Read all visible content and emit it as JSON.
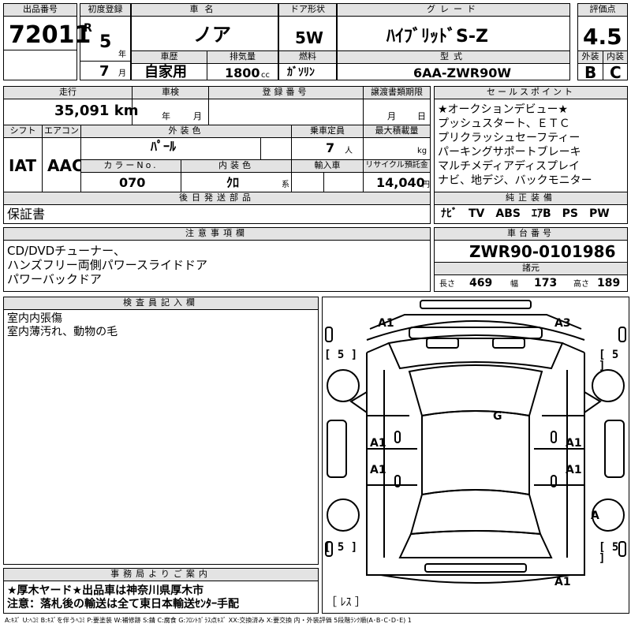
{
  "header": {
    "lot_label": "出品番号",
    "lot": "72011",
    "first_reg_label": "初度登録",
    "era": "R",
    "year": "5",
    "year_unit": "年",
    "month": "7",
    "month_unit": "月",
    "name_label": "車名",
    "car_name": "ノア",
    "history_label": "車歴",
    "history": "自家用",
    "disp_label": "排気量",
    "displacement": "1800",
    "disp_unit": "cc",
    "door_label": "ドア形状",
    "door": "5W",
    "fuel_label": "燃料",
    "fuel": "ｶﾞｿﾘﾝ",
    "grade_label": "グレード",
    "grade": "ﾊｲﾌﾞﾘｯﾄﾞS-Z",
    "model_label": "型式",
    "model": "6AA-ZWR90W",
    "score_label": "評価点",
    "score": "4.5",
    "ext_label": "外装",
    "ext": "B",
    "int_label": "内装",
    "int": "C"
  },
  "specs": {
    "mileage_label": "走行",
    "mileage": "35,091 km",
    "inspection_label": "車検",
    "insp_year": "年",
    "insp_month": "月",
    "reg_label": "登録番号",
    "transfer_label": "譲渡書類期限",
    "tr_month": "月",
    "tr_day": "日",
    "shift_label": "シフト",
    "shift": "IAT",
    "ac_label": "エアコン",
    "ac": "AAC",
    "color_label": "外装色",
    "color": "ﾊﾟｰﾙ",
    "capacity_label": "乗車定員",
    "capacity": "7",
    "cap_unit": "人",
    "load_label": "最大積載量",
    "load_unit": "kg",
    "colorno_label": "カラーNo.",
    "colorno": "070",
    "interior_label": "内装色",
    "interior": "ｸﾛ",
    "interior_unit": "系",
    "import_label": "輸入車",
    "recycle_label": "リサイクル預託金",
    "recycle": "14,040",
    "recycle_unit": "円",
    "later_label": "後日発送部品",
    "later": "保証書"
  },
  "sales": {
    "label": "セールスポイント",
    "lines": [
      "★オークションデビュー★",
      "プッシュスタート、ＥＴＣ",
      "プリクラッシュセーフティー",
      "パーキングサポートブレーキ",
      "マルチメディアディスプレイ",
      "ナビ、地デジ、バックモニター"
    ],
    "equip_label": "純正装備",
    "equip": "ﾅﾋﾞ　TV　ABS　ｴｱB　PS　PW"
  },
  "notes": {
    "label": "注意事項欄",
    "lines": [
      "CD/DVDチューナー、",
      "ハンズフリー両側パワースライドドア",
      "パワーバックドア"
    ]
  },
  "chassis": {
    "label": "車台番号",
    "number": "ZWR90-0101986",
    "dims_label": "諸元",
    "len_label": "長さ",
    "len": "469",
    "wid_label": "幅",
    "wid": "173",
    "hgt_label": "高さ",
    "hgt": "189"
  },
  "inspector": {
    "label": "検査員記入欄",
    "lines": [
      "室内内張傷",
      "室内薄汚れ、動物の毛"
    ]
  },
  "office": {
    "label": "事務局よりご案内",
    "lines": [
      "★厚木ヤード★出品車は神奈川県厚木市",
      "注意：落札後の輸送は全て東日本輸送ｾﾝﾀｰ手配"
    ]
  },
  "diagram": {
    "codes": [
      "A1",
      "A3",
      "G",
      "A1",
      "A1",
      "A1",
      "A1",
      "A",
      "A1"
    ],
    "tires": [
      "[ 5 ]",
      "[ 5 ]",
      "[ 5 ]",
      "[ 5 ]"
    ],
    "res": "［ ﾚｽ ］"
  },
  "legend": "A:ｷｽﾞ U:ﾍｺﾐ B:ｷｽﾞを伴うﾍｺﾐ P:要塗装 W:補修跡 S:錆 C:腐食 G:ﾌﾛﾝﾄｶﾞﾗｽ点ｷｽﾞ XX:交換済み X:要交換 内・外装評価 5段階ﾗﾝｸ順(A･B･C･D･E) 1"
}
